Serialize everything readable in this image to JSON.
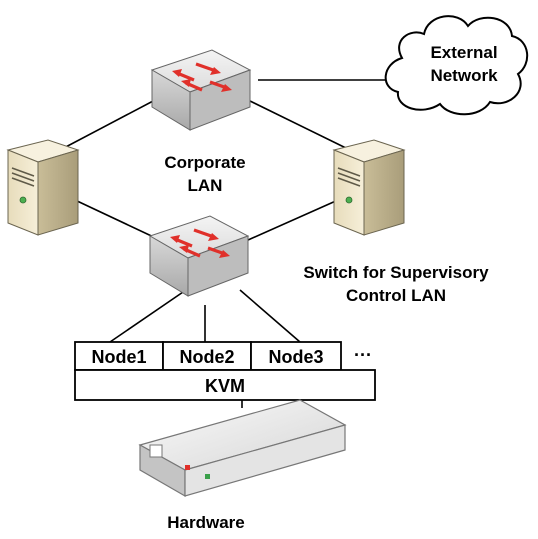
{
  "labels": {
    "external_network": [
      "External",
      "Network"
    ],
    "corporate_lan": [
      "Corporate",
      "LAN"
    ],
    "supervisory_switch": [
      "Switch for Supervisory",
      "Control LAN"
    ],
    "hardware": "Hardware",
    "kvm": "KVM",
    "ellipsis": "···"
  },
  "nodes": [
    "Node1",
    "Node2",
    "Node3"
  ],
  "colors": {
    "arrow_red": "#e0302a",
    "server_tan": "#efe3c2",
    "switch_gray": "#d9d9d9",
    "line": "#000000"
  },
  "icons": {
    "switch": "network-switch-icon",
    "server": "server-tower-icon",
    "cloud": "cloud-icon",
    "hardware": "hardware-appliance-icon"
  }
}
